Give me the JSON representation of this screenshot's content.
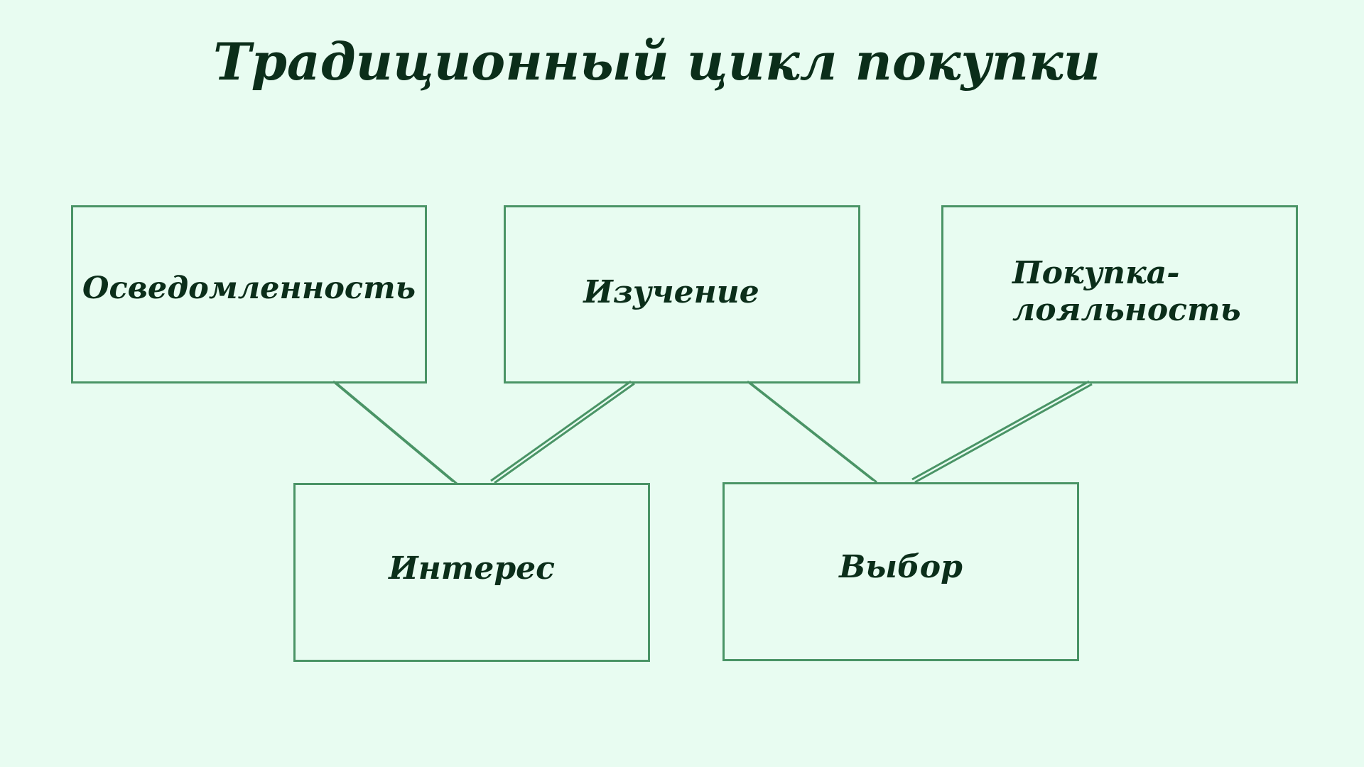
{
  "title": "Традиционный цикл покупки",
  "colors": {
    "background": "#e8fcf1",
    "border": "#4a9466",
    "text": "#0b2e1a"
  },
  "boxes": {
    "awareness": "Осведомленность",
    "study": "Изучение",
    "purchase": "Покупка-\nлояльность",
    "interest": "Интерес",
    "choice": "Выбор"
  },
  "connections": [
    {
      "from": "awareness",
      "to": "interest"
    },
    {
      "from": "study",
      "to": "interest"
    },
    {
      "from": "study",
      "to": "choice"
    },
    {
      "from": "purchase",
      "to": "choice"
    }
  ]
}
